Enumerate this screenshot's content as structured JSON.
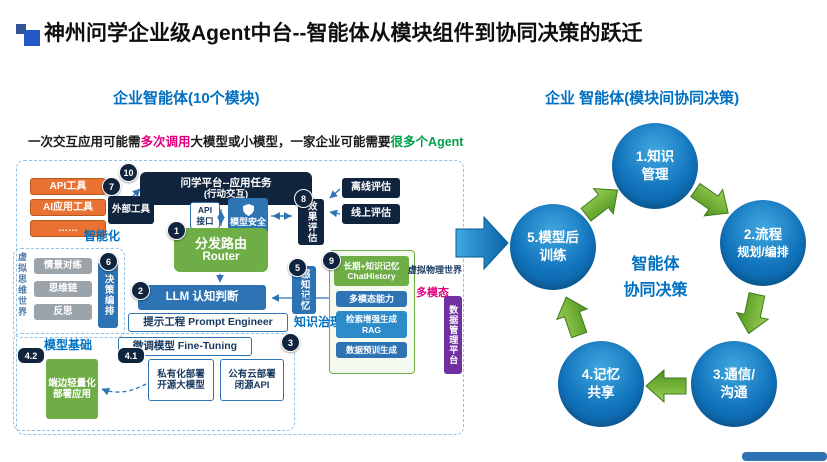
{
  "colors": {
    "accent_blue": "#0070C0",
    "dark_navy": "#10243E",
    "green": "#6FAE46",
    "orange": "#E97132",
    "magenta": "#E4007F",
    "highlight_green": "#00A14B",
    "purple": "#7030A0"
  },
  "title": "神州问学企业级Agent中台--智能体从模块组件到协同决策的跃迁",
  "left": {
    "header": "企业智能体(10个模块)",
    "subtitle": {
      "p1": "一次交互应用可能需",
      "hl1": "多次调用",
      "p2": "大模型或小模型，一家企业可能需要",
      "hl2": "很多个Agent"
    },
    "platform": {
      "badge": "10",
      "line1": "问学平台--应用任务",
      "line2": "(行动交互)"
    },
    "tools": {
      "items": [
        "API工具",
        "AI应用工具",
        "……"
      ],
      "external": "外部工具",
      "external_badge": "7"
    },
    "api_interface": {
      "line1": "API",
      "line2": "接口"
    },
    "model_safety": {
      "label": "模型安全"
    },
    "effect_eval": {
      "badge": "8",
      "label": "效果评估"
    },
    "offline_eval": "离线评估",
    "online_eval": "线上评估",
    "router": {
      "badge": "1",
      "line1": "分发路由",
      "line2": "Router"
    },
    "intelligence": {
      "label": "智能化",
      "badge": "6",
      "items": [
        "情景对练",
        "思维链",
        "反思"
      ],
      "orchestration": "决策编排",
      "world": "虚拟思维世界"
    },
    "llm": {
      "badge": "2",
      "label": "LLM 认知判断"
    },
    "prompt": "提示工程 Prompt Engineer",
    "knowledge_gov": "知识治理",
    "finetune": {
      "badge": "3",
      "label": "微调模型 Fine-Tuning"
    },
    "model_base": "模型基础",
    "deploy": {
      "edge_badge": "4.2",
      "edge_line1": "端边轻量化",
      "edge_line2": "部署应用",
      "private_badge": "4.1",
      "private_line1": "私有化部署",
      "private_line2": "开源大模型",
      "public_line1": "公有云部署",
      "public_line2": "闭源API"
    },
    "memory": {
      "badge": "9",
      "long_line1": "长期+知识记忆",
      "long_line2": "ChatHistory",
      "multimodal": "多模态能力",
      "rag_line1": "检索增强生成",
      "rag_line2": "RAG",
      "pretrain": "数据预训生成"
    },
    "perception": {
      "badge": "5",
      "label": "感知记忆"
    },
    "physical_world": "虚拟物理世界",
    "multimodal_label": "多模态",
    "data_platform": "数据管理平台"
  },
  "right": {
    "header": "企业 智能体(模块间协同决策)",
    "center": {
      "line1": "智能体",
      "line2": "协同决策"
    },
    "circles": [
      {
        "line1": "1.知识",
        "line2": "管理"
      },
      {
        "line1": "2.流程",
        "line2": "规划/编排"
      },
      {
        "line1": "3.通信/",
        "line2": "沟通"
      },
      {
        "line1": "4.记忆",
        "line2": "共享"
      },
      {
        "line1": "5.模型后",
        "line2": "训练"
      }
    ]
  }
}
